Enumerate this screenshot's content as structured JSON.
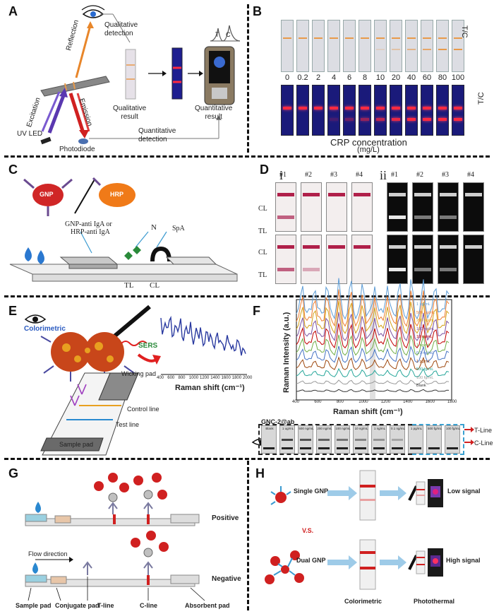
{
  "panels": {
    "a": "A",
    "b": "B",
    "c": "C",
    "d": "D",
    "e": "E",
    "f": "F",
    "g": "G",
    "h": "H"
  },
  "panelA": {
    "qualitative_detection": "Qualitative\ndetection",
    "reflection": "Reflection",
    "excitation": "Excitation",
    "emission": "Emission",
    "uv_led": "UV LED",
    "photodiode": "Photodiode",
    "qualitative_result": "Qualitative\nresult",
    "quantitative_result": "Quantitative\nresult",
    "quantitative_detection": "Quantitative\ndetection",
    "peak_t": "T",
    "peak_c": "C"
  },
  "panelB": {
    "concentrations": [
      "0",
      "0.2",
      "2",
      "4",
      "6",
      "8",
      "10",
      "20",
      "40",
      "60",
      "80",
      "100"
    ],
    "tc_top": "T/C",
    "tc_bottom": "T/C",
    "axis_label_line1": "CRP concentration",
    "axis_label_line2": "(mg/L)"
  },
  "panelC": {
    "gnp": "GNP",
    "hrp": "HRP",
    "antibody_label_line1": "GNP-anti IgA or",
    "antibody_label_line2": "HRP-anti IgA",
    "n": "N",
    "spa": "SpA",
    "tl": "TL",
    "cl": "CL"
  },
  "panelD": {
    "roman_i": "i",
    "roman_ii": "ii",
    "strip_ids": [
      "#1",
      "#2",
      "#3",
      "#4"
    ],
    "cl_top": "CL",
    "tl_top": "TL",
    "cl_bottom": "CL",
    "tl_bottom": "TL"
  },
  "panelE": {
    "colorimetric": "Colorimetric",
    "sers": "SERS",
    "wicking_pad": "Wicking pad",
    "control_line": "Control line",
    "test_line": "Test line",
    "sample_pad": "Sample pad",
    "xlabel": "Raman shift (cm⁻¹)",
    "ticks": [
      "400",
      "600",
      "800",
      "1000",
      "1200",
      "1400",
      "1600",
      "1800",
      "2000"
    ]
  },
  "panelF": {
    "ylabel": "Raman Intensity (a.u.)",
    "xlabel": "Raman shift (cm⁻¹)",
    "xticks": [
      "400",
      "600",
      "800",
      "1000",
      "1200",
      "1400",
      "1600",
      "1800"
    ],
    "legend": [
      "1 ug/mL",
      "500 ng/mL",
      "200 ng/mL",
      "100 ng/mL",
      "10 ng/mL",
      "1 ng/mL",
      "0.1 ng/mL",
      "1 pg/mL",
      "500 fg/mL",
      "100 fg/mL",
      "Blank"
    ],
    "series_colors": [
      "#5b9bd5",
      "#ed7d31",
      "#d4a017",
      "#7b4fa0",
      "#c00000",
      "#70ad47",
      "#4472c4",
      "#9e480e",
      "#26a69a",
      "#999999",
      "#333333"
    ],
    "gnc_label": "GNC-2@ab",
    "strip_labels": [
      "Blank",
      "1 ug/mL",
      "500 ng/mL",
      "200 ng/mL",
      "100 ng/mL",
      "10 ng/mL",
      "1 ng/mL",
      "0.1 ng/mL",
      "1 pg/mL",
      "500 fg/mL",
      "100 fg/mL"
    ],
    "t_line": "T-Line",
    "c_line": "C-Line"
  },
  "panelG": {
    "positive": "Positive",
    "negative": "Negative",
    "flow_direction": "Flow direction",
    "sample_pad": "Sample pad",
    "conjugate_pad": "Conjugate pad",
    "t_line": "T-line",
    "c_line": "C-line",
    "absorbent_pad": "Absorbent pad"
  },
  "panelH": {
    "single_gnp": "Single GNP",
    "vs": "V.S.",
    "dual_gnp": "Dual GNP",
    "low_signal": "Low signal",
    "high_signal": "High signal",
    "colorimetric": "Colorimetric",
    "photothermal": "Photothermal"
  }
}
